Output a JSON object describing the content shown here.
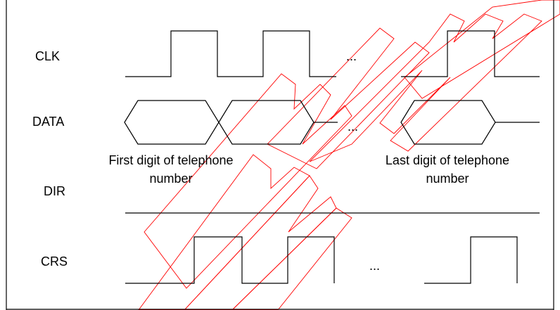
{
  "signals": {
    "clk": "CLK",
    "data": "DATA",
    "dir": "DIR",
    "crs": "CRS"
  },
  "ellipsis": "...",
  "captions": {
    "first_line1": "First digit of telephone",
    "first_line2": "number",
    "last_line1": "Last digit of telephone",
    "last_line2": "number"
  },
  "colors": {
    "waveform": "#000000",
    "border": "#000000",
    "watermark": "#ff0000"
  }
}
